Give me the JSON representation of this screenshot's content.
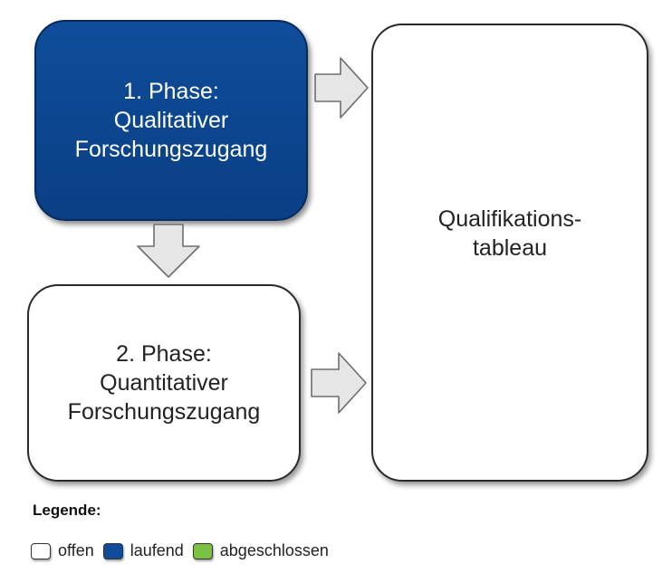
{
  "phase1": {
    "line1": "1. Phase:",
    "line2": "Qualitativer",
    "line3": "Forschungszugang",
    "color": "#0f4d9a"
  },
  "phase2": {
    "line1": "2. Phase:",
    "line2": "Quantitativer",
    "line3": "Forschungszugang",
    "color": "#ffffff"
  },
  "tableau": {
    "line1": "Qualifikations-",
    "line2": "tableau"
  },
  "legend": {
    "title": "Legende:",
    "items": [
      {
        "label": "offen",
        "color": "#ffffff"
      },
      {
        "label": "laufend",
        "color": "#0f4d9a"
      },
      {
        "label": "abgeschlossen",
        "color": "#7cc242"
      }
    ]
  },
  "arrow_color": "#e6e6e6"
}
